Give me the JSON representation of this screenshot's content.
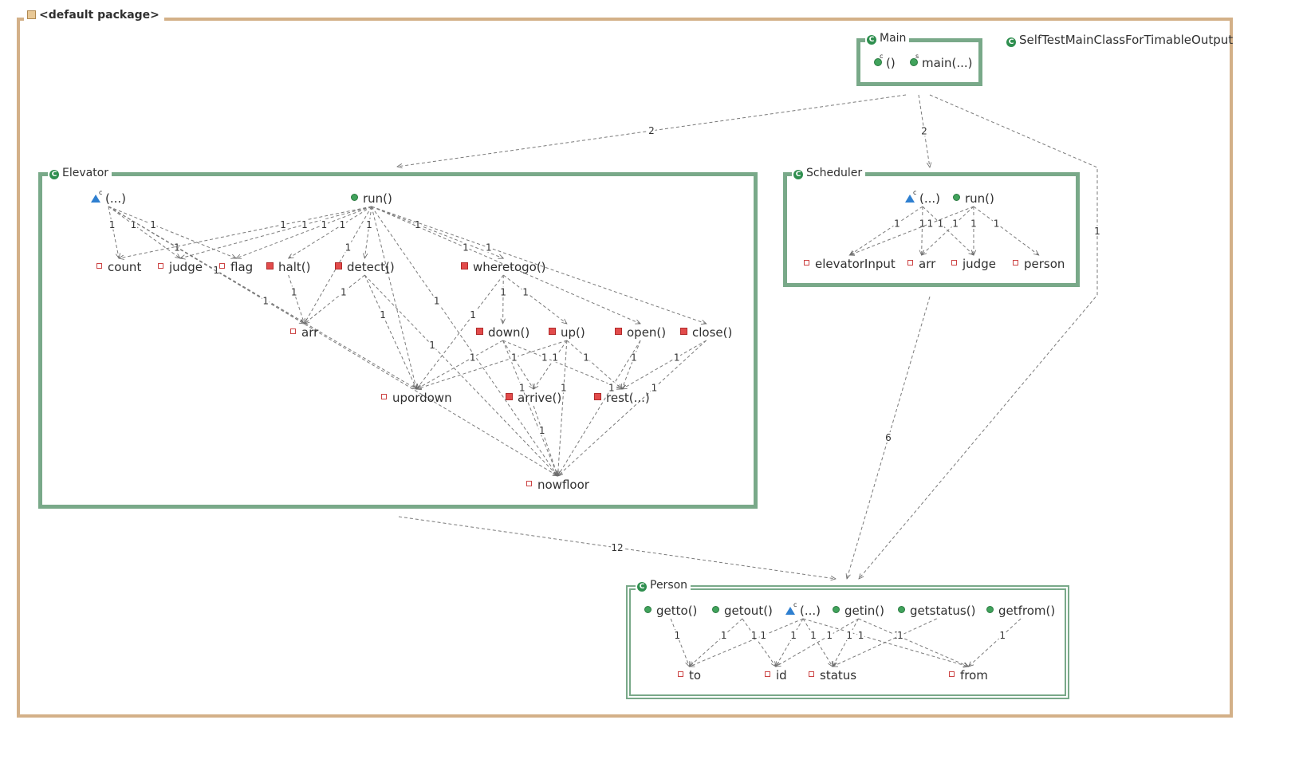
{
  "package": {
    "title": "<default package>"
  },
  "colors": {
    "package_border": "#d3b088",
    "class_border": "#79a989",
    "edge": "#7a7a7a",
    "public_method": "#41a35c",
    "private_member": "#e24b4b",
    "constructor": "#2e7fd0"
  },
  "standalone_class": {
    "name": "SelfTestMainClassForTimableOutput",
    "icon": "class-icon"
  },
  "classes": {
    "main": {
      "name": "Main",
      "icon": "class-icon",
      "members": [
        {
          "id": "main_ctor",
          "label": "()",
          "kind": "static-ctor"
        },
        {
          "id": "main_main",
          "label": "main(...)",
          "kind": "static-method"
        }
      ]
    },
    "elevator": {
      "name": "Elevator",
      "icon": "class-icon",
      "members": [
        {
          "id": "el_ctor",
          "label": "(...)",
          "kind": "ctor"
        },
        {
          "id": "el_run",
          "label": "run()",
          "kind": "public-method"
        },
        {
          "id": "el_count",
          "label": "count",
          "kind": "field"
        },
        {
          "id": "el_judge",
          "label": "judge",
          "kind": "field"
        },
        {
          "id": "el_flag",
          "label": "flag",
          "kind": "field"
        },
        {
          "id": "el_halt",
          "label": "halt()",
          "kind": "private-method"
        },
        {
          "id": "el_detect",
          "label": "detect()",
          "kind": "private-method"
        },
        {
          "id": "el_wheretogo",
          "label": "wheretogo()",
          "kind": "private-method"
        },
        {
          "id": "el_arr",
          "label": "arr",
          "kind": "field"
        },
        {
          "id": "el_down",
          "label": "down()",
          "kind": "private-method"
        },
        {
          "id": "el_up",
          "label": "up()",
          "kind": "private-method"
        },
        {
          "id": "el_open",
          "label": "open()",
          "kind": "private-method"
        },
        {
          "id": "el_close",
          "label": "close()",
          "kind": "private-method"
        },
        {
          "id": "el_upordown",
          "label": "upordown",
          "kind": "field"
        },
        {
          "id": "el_arrive",
          "label": "arrive()",
          "kind": "private-method"
        },
        {
          "id": "el_rest",
          "label": "rest(...)",
          "kind": "private-method"
        },
        {
          "id": "el_nowfloor",
          "label": "nowfloor",
          "kind": "field"
        }
      ]
    },
    "scheduler": {
      "name": "Scheduler",
      "icon": "class-icon",
      "members": [
        {
          "id": "sc_ctor",
          "label": "(...)",
          "kind": "ctor"
        },
        {
          "id": "sc_run",
          "label": "run()",
          "kind": "public-method"
        },
        {
          "id": "sc_elevatorInput",
          "label": "elevatorInput",
          "kind": "field"
        },
        {
          "id": "sc_arr",
          "label": "arr",
          "kind": "field"
        },
        {
          "id": "sc_judge",
          "label": "judge",
          "kind": "field"
        },
        {
          "id": "sc_person",
          "label": "person",
          "kind": "field"
        }
      ]
    },
    "person": {
      "name": "Person",
      "icon": "class-icon",
      "members": [
        {
          "id": "pe_getto",
          "label": "getto()",
          "kind": "public-method"
        },
        {
          "id": "pe_getout",
          "label": "getout()",
          "kind": "public-method"
        },
        {
          "id": "pe_ctor",
          "label": "(...)",
          "kind": "ctor"
        },
        {
          "id": "pe_getin",
          "label": "getin()",
          "kind": "public-method"
        },
        {
          "id": "pe_getstatus",
          "label": "getstatus()",
          "kind": "public-method"
        },
        {
          "id": "pe_getfrom",
          "label": "getfrom()",
          "kind": "public-method"
        },
        {
          "id": "pe_to",
          "label": "to",
          "kind": "field"
        },
        {
          "id": "pe_id",
          "label": "id",
          "kind": "field"
        },
        {
          "id": "pe_status",
          "label": "status",
          "kind": "field"
        },
        {
          "id": "pe_from",
          "label": "from",
          "kind": "field"
        }
      ]
    }
  },
  "edges": [
    {
      "from": "main-class",
      "to": "elevator-class",
      "label": "2"
    },
    {
      "from": "main-class",
      "to": "scheduler-class",
      "label": "2"
    },
    {
      "from": "main-class",
      "to": "person-class",
      "label": "1"
    },
    {
      "from": "scheduler-class",
      "to": "person-class",
      "label": "6"
    },
    {
      "from": "elevator-class",
      "to": "person-class",
      "label": "12"
    },
    {
      "from": "el_ctor",
      "to": "el_count",
      "label": "1"
    },
    {
      "from": "el_ctor",
      "to": "el_judge",
      "label": "1"
    },
    {
      "from": "el_ctor",
      "to": "el_flag",
      "label": "1"
    },
    {
      "from": "el_ctor",
      "to": "el_arr",
      "label": "1"
    },
    {
      "from": "el_ctor",
      "to": "el_upordown",
      "label": "1"
    },
    {
      "from": "el_ctor",
      "to": "el_nowfloor",
      "label": "1"
    },
    {
      "from": "el_run",
      "to": "el_count",
      "label": "1"
    },
    {
      "from": "el_run",
      "to": "el_judge",
      "label": "1"
    },
    {
      "from": "el_run",
      "to": "el_flag",
      "label": "1"
    },
    {
      "from": "el_run",
      "to": "el_halt",
      "label": "1"
    },
    {
      "from": "el_run",
      "to": "el_arr",
      "label": "1"
    },
    {
      "from": "el_run",
      "to": "el_detect",
      "label": "1"
    },
    {
      "from": "el_run",
      "to": "el_upordown",
      "label": "1"
    },
    {
      "from": "el_run",
      "to": "el_wheretogo",
      "label": "1"
    },
    {
      "from": "el_run",
      "to": "el_open",
      "label": "1"
    },
    {
      "from": "el_run",
      "to": "el_close",
      "label": "1"
    },
    {
      "from": "el_run",
      "to": "el_nowfloor",
      "label": "1"
    },
    {
      "from": "el_halt",
      "to": "el_arr",
      "label": "1"
    },
    {
      "from": "el_detect",
      "to": "el_arr",
      "label": "1"
    },
    {
      "from": "el_detect",
      "to": "el_upordown",
      "label": "1"
    },
    {
      "from": "el_detect",
      "to": "el_nowfloor",
      "label": "1"
    },
    {
      "from": "el_wheretogo",
      "to": "el_upordown",
      "label": "1"
    },
    {
      "from": "el_wheretogo",
      "to": "el_down",
      "label": "1"
    },
    {
      "from": "el_wheretogo",
      "to": "el_up",
      "label": "1"
    },
    {
      "from": "el_down",
      "to": "el_upordown",
      "label": "1"
    },
    {
      "from": "el_down",
      "to": "el_arrive",
      "label": "1"
    },
    {
      "from": "el_down",
      "to": "el_rest",
      "label": "1"
    },
    {
      "from": "el_down",
      "to": "el_nowfloor",
      "label": "1"
    },
    {
      "from": "el_up",
      "to": "el_upordown",
      "label": "1"
    },
    {
      "from": "el_up",
      "to": "el_arrive",
      "label": "1"
    },
    {
      "from": "el_up",
      "to": "el_rest",
      "label": "1"
    },
    {
      "from": "el_up",
      "to": "el_nowfloor",
      "label": "1"
    },
    {
      "from": "el_open",
      "to": "el_rest",
      "label": "1"
    },
    {
      "from": "el_open",
      "to": "el_nowfloor",
      "label": "1"
    },
    {
      "from": "el_close",
      "to": "el_rest",
      "label": "1"
    },
    {
      "from": "el_close",
      "to": "el_nowfloor",
      "label": "1"
    },
    {
      "from": "el_arrive",
      "to": "el_nowfloor",
      "label": "1"
    },
    {
      "from": "sc_ctor",
      "to": "sc_elevatorInput",
      "label": "1"
    },
    {
      "from": "sc_ctor",
      "to": "sc_arr",
      "label": "1"
    },
    {
      "from": "sc_ctor",
      "to": "sc_judge",
      "label": "1"
    },
    {
      "from": "sc_run",
      "to": "sc_elevatorInput",
      "label": "1"
    },
    {
      "from": "sc_run",
      "to": "sc_arr",
      "label": "1"
    },
    {
      "from": "sc_run",
      "to": "sc_judge",
      "label": "1"
    },
    {
      "from": "sc_run",
      "to": "sc_person",
      "label": "1"
    },
    {
      "from": "pe_getto",
      "to": "pe_to",
      "label": "1"
    },
    {
      "from": "pe_getout",
      "to": "pe_to",
      "label": "1"
    },
    {
      "from": "pe_getout",
      "to": "pe_id",
      "label": "1"
    },
    {
      "from": "pe_ctor",
      "to": "pe_to",
      "label": "1"
    },
    {
      "from": "pe_ctor",
      "to": "pe_id",
      "label": "1"
    },
    {
      "from": "pe_ctor",
      "to": "pe_status",
      "label": "1"
    },
    {
      "from": "pe_ctor",
      "to": "pe_from",
      "label": "1"
    },
    {
      "from": "pe_getin",
      "to": "pe_id",
      "label": "1"
    },
    {
      "from": "pe_getin",
      "to": "pe_status",
      "label": "1"
    },
    {
      "from": "pe_getin",
      "to": "pe_from",
      "label": "1"
    },
    {
      "from": "pe_getstatus",
      "to": "pe_status",
      "label": "1"
    },
    {
      "from": "pe_getfrom",
      "to": "pe_from",
      "label": "1"
    }
  ]
}
